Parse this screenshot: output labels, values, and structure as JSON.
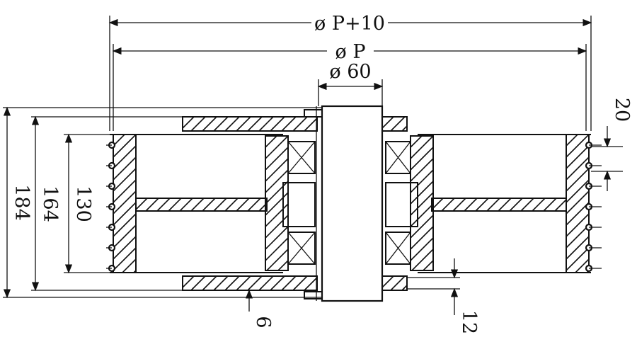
{
  "drawing": {
    "title": "Pulley assembly cross-section",
    "dimensions": {
      "outer_diameter": "ø P+10",
      "pitch_diameter": "ø P",
      "bore_diameter": "ø 60",
      "height_184": "184",
      "height_164": "164",
      "height_130": "130",
      "groove_pitch": "20",
      "sleeve_gap": "6",
      "flange_gap": "12"
    }
  }
}
